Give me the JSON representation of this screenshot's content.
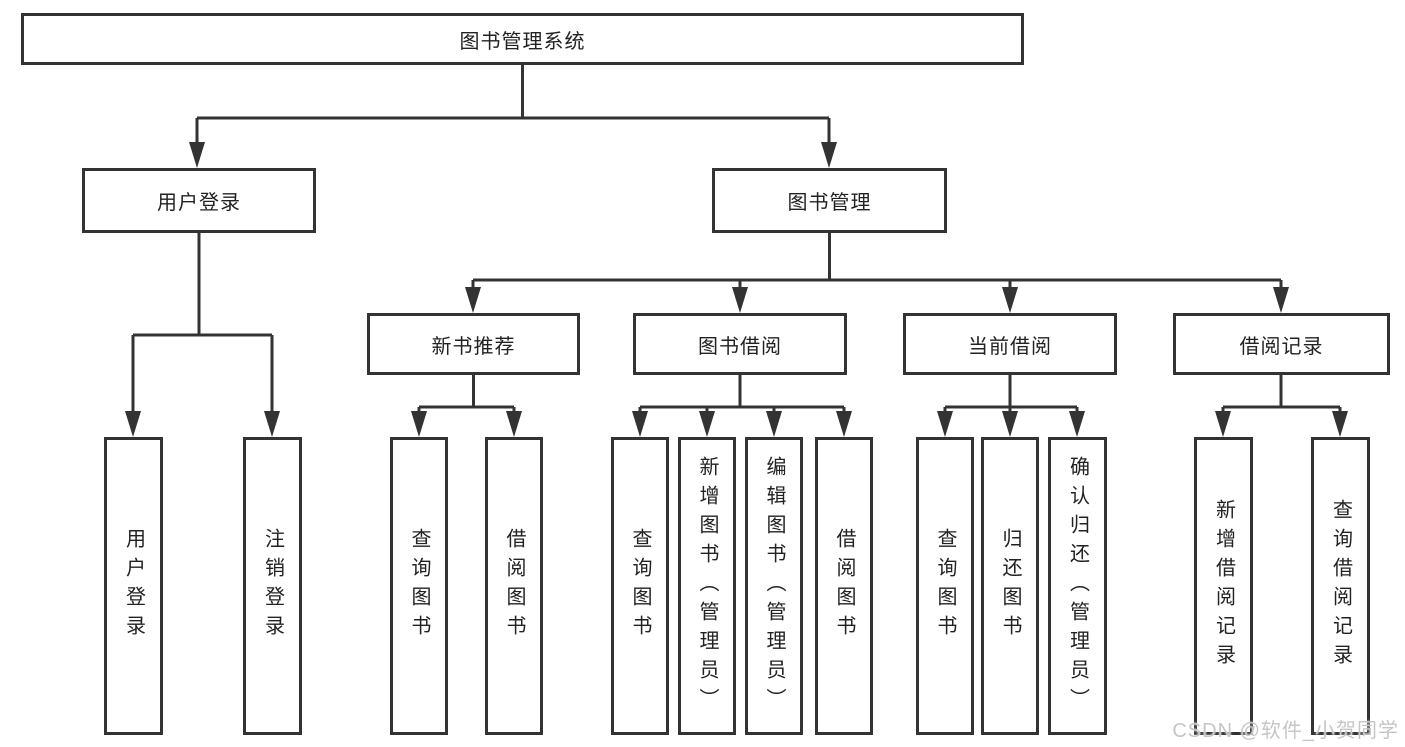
{
  "diagram": {
    "root": {
      "label": "图书管理系统"
    },
    "level2": [
      {
        "id": "user-login",
        "label": "用户登录"
      },
      {
        "id": "book-management",
        "label": "图书管理"
      }
    ],
    "level3": [
      {
        "id": "new-book-recommend",
        "label": "新书推荐"
      },
      {
        "id": "book-borrowing",
        "label": "图书借阅"
      },
      {
        "id": "current-borrowing",
        "label": "当前借阅"
      },
      {
        "id": "borrowing-records",
        "label": "借阅记录"
      }
    ],
    "leaves": [
      {
        "id": "user-login-leaf",
        "label": "用户登录"
      },
      {
        "id": "logout-leaf",
        "label": "注销登录"
      },
      {
        "id": "query-books-recommend",
        "label": "查询图书"
      },
      {
        "id": "borrow-books-recommend",
        "label": "借阅图书"
      },
      {
        "id": "query-books-borrowing",
        "label": "查询图书"
      },
      {
        "id": "add-books-admin",
        "label": "新增图书（管理员）"
      },
      {
        "id": "edit-books-admin",
        "label": "编辑图书（管理员）"
      },
      {
        "id": "borrow-books-borrowing",
        "label": "借阅图书"
      },
      {
        "id": "query-books-current",
        "label": "查询图书"
      },
      {
        "id": "return-books",
        "label": "归还图书"
      },
      {
        "id": "confirm-return-admin",
        "label": "确认归还（管理员）"
      },
      {
        "id": "add-borrow-record",
        "label": "新增借阅记录"
      },
      {
        "id": "query-borrow-record",
        "label": "查询借阅记录"
      }
    ],
    "watermark": "CSDN @软件_小贺同学",
    "colors": {
      "line": "#333333",
      "border": "#333333",
      "text": "#222222",
      "background": "#ffffff",
      "watermark": "#c6c6c6"
    }
  }
}
